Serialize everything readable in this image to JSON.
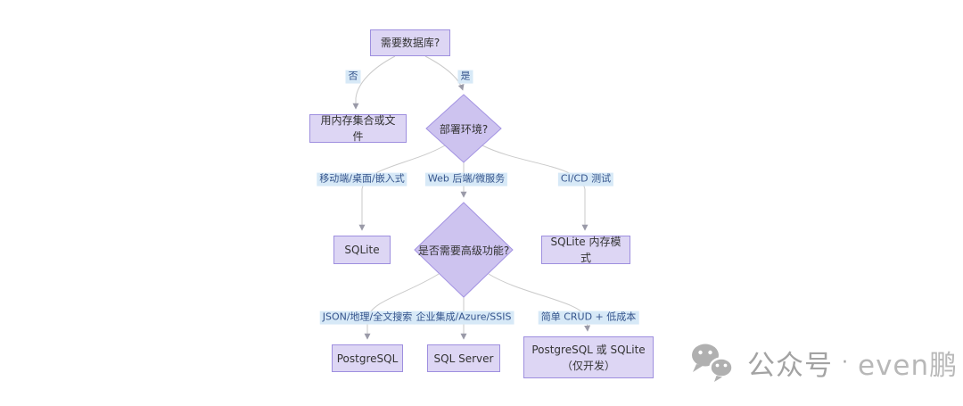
{
  "diagram": {
    "type": "flowchart",
    "nodes": {
      "need_db": {
        "label": "需要数据库?",
        "shape": "rect"
      },
      "memory_or_file": {
        "label": "用内存集合或文件",
        "shape": "rect"
      },
      "deploy_env": {
        "label": "部署环境?",
        "shape": "diamond"
      },
      "sqlite": {
        "label": "SQLite",
        "shape": "rect"
      },
      "advanced_features": {
        "label": "是否需要高级功能?",
        "shape": "diamond"
      },
      "sqlite_memory": {
        "label": "SQLite 内存模式",
        "shape": "rect"
      },
      "postgresql": {
        "label": "PostgreSQL",
        "shape": "rect"
      },
      "sql_server": {
        "label": "SQL Server",
        "shape": "rect"
      },
      "pg_or_sqlite_dev": {
        "label": "PostgreSQL 或 SQLite（仅开发）",
        "shape": "rect"
      }
    },
    "edges": [
      {
        "from": "need_db",
        "to": "memory_or_file",
        "label": "否"
      },
      {
        "from": "need_db",
        "to": "deploy_env",
        "label": "是"
      },
      {
        "from": "deploy_env",
        "to": "sqlite",
        "label": "移动端/桌面/嵌入式"
      },
      {
        "from": "deploy_env",
        "to": "advanced_features",
        "label": "Web 后端/微服务"
      },
      {
        "from": "deploy_env",
        "to": "sqlite_memory",
        "label": "CI/CD 测试"
      },
      {
        "from": "advanced_features",
        "to": "postgresql",
        "label": "JSON/地理/全文搜索"
      },
      {
        "from": "advanced_features",
        "to": "sql_server",
        "label": "企业集成/Azure/SSIS"
      },
      {
        "from": "advanced_features",
        "to": "pg_or_sqlite_dev",
        "label": "简单 CRUD + 低成本"
      }
    ],
    "colors": {
      "node_fill": "#ddd6f4",
      "node_border": "#9e8fdf",
      "diamond_fill": "#cdc3ef",
      "diamond_border": "#a393e2",
      "edge_line": "#cacaca",
      "arrow_head": "#9a9aa8",
      "edge_label_bg": "#d7e9f7",
      "edge_label_text": "#35548c",
      "watermark_dark": "#a3a3a3",
      "watermark_light": "#b8b8b8"
    }
  },
  "watermark": {
    "icon": "wechat-icon",
    "channel_label": "公众号",
    "separator": "·",
    "author": "even鹏"
  }
}
